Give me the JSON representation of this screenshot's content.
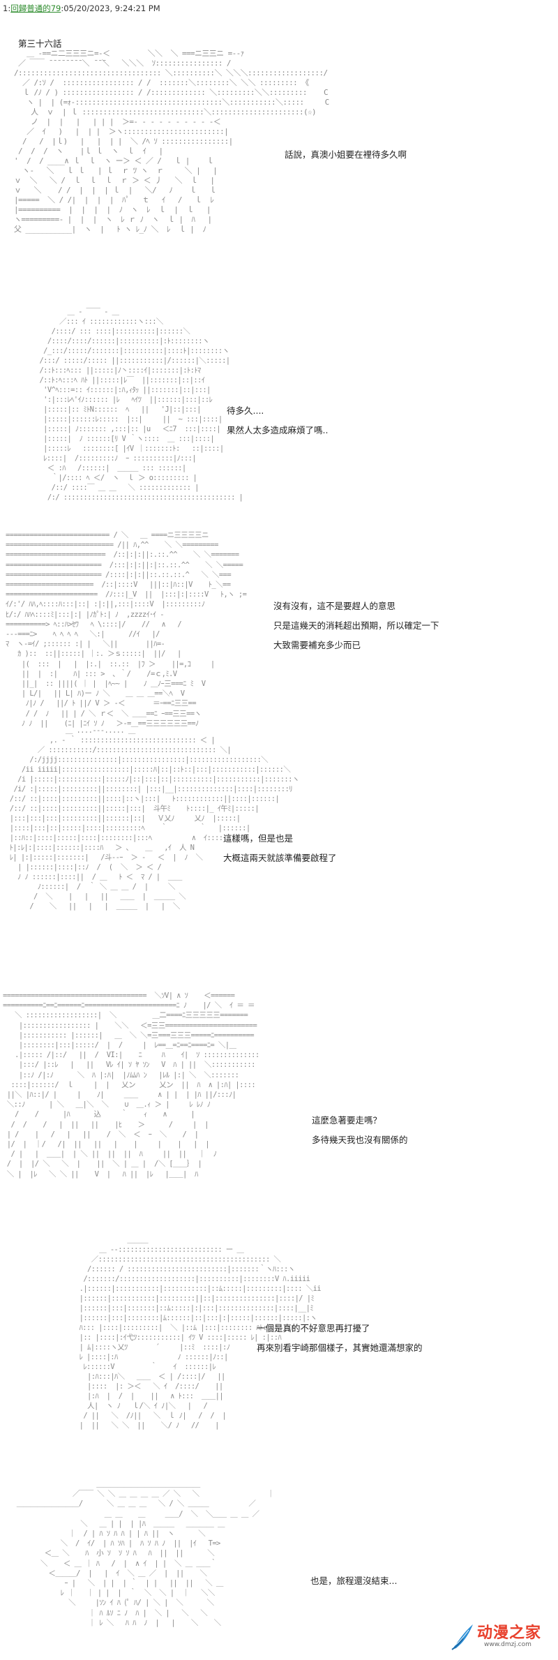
{
  "header": {
    "post_number": "1:",
    "author_link": "回歸普通的79",
    "timestamp": ":05/20/2023, 9:24:21 PM"
  },
  "chapter_title": "第三十六話",
  "panels": [
    {
      "dialog": [
        "話說，真澳小姐要在裡待多久啊"
      ]
    },
    {
      "dialog": [
        "待多久....",
        "果然人太多造成麻煩了嗎.."
      ]
    },
    {
      "dialog": [
        "沒有沒有，這不是要趕人的意思",
        "只是這幾天的消耗超出預期，所以確定一下",
        "大致需要補充多少而已"
      ]
    },
    {
      "dialog": [
        "這樣嗎，但是也是",
        "大概這兩天就該準備要啟程了"
      ]
    },
    {
      "dialog": [
        "這麼急著要走嗎？",
        "多待幾天我也沒有關係的"
      ]
    },
    {
      "dialog": [
        "一個是真的不好意思再打擾了",
        "再來別看宇崎那個樣子，其實她還滿想家的"
      ]
    },
    {
      "dialog": [
        "也是，旅程還沒結束..."
      ]
    }
  ],
  "watermark": {
    "name": "动漫之家",
    "url": "www.dmzj.com",
    "logo_icon": "feather-pen-icon"
  }
}
